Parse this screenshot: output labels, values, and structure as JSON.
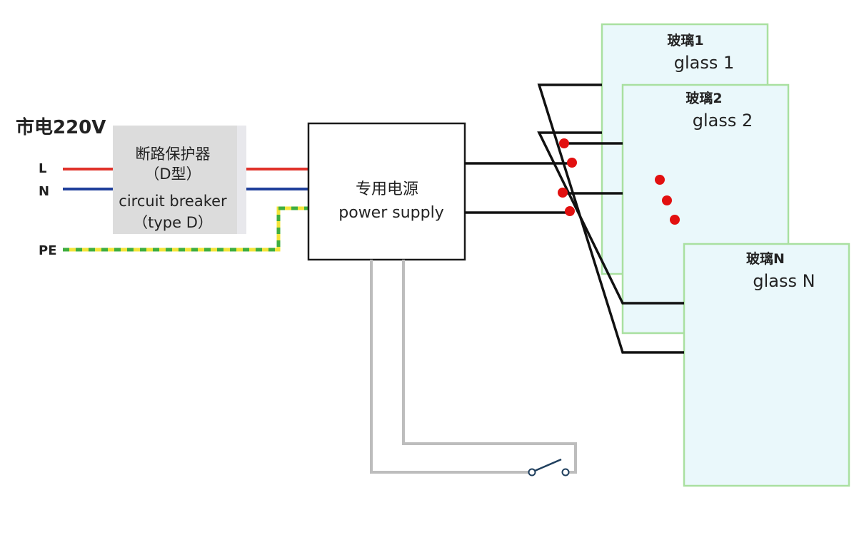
{
  "mains_label": "市电220V",
  "lines": {
    "L": "L",
    "N": "N",
    "PE": "PE"
  },
  "breaker": {
    "name_cn": "断路保护器",
    "type_cn": "（D型）",
    "name_en": "circuit breaker",
    "type_en": "（type D）"
  },
  "power_supply": {
    "name_cn": "专用电源",
    "name_en": "power supply"
  },
  "glasses": [
    {
      "cn": "玻璃1",
      "en": "glass 1"
    },
    {
      "cn": "玻璃2",
      "en": "glass 2"
    },
    {
      "cn": "玻璃N",
      "en": "glass N"
    }
  ],
  "colors": {
    "live": "#e0322a",
    "neutral": "#1f3f9a",
    "earth_yellow": "#f4e43a",
    "earth_green": "#3fae3f",
    "switch_wire": "#bdbdbd",
    "glass_fill": "#eaf8fb",
    "glass_border": "#a9e0a0",
    "junction": "#e21010",
    "breaker_fill": "#dcdcdc"
  }
}
